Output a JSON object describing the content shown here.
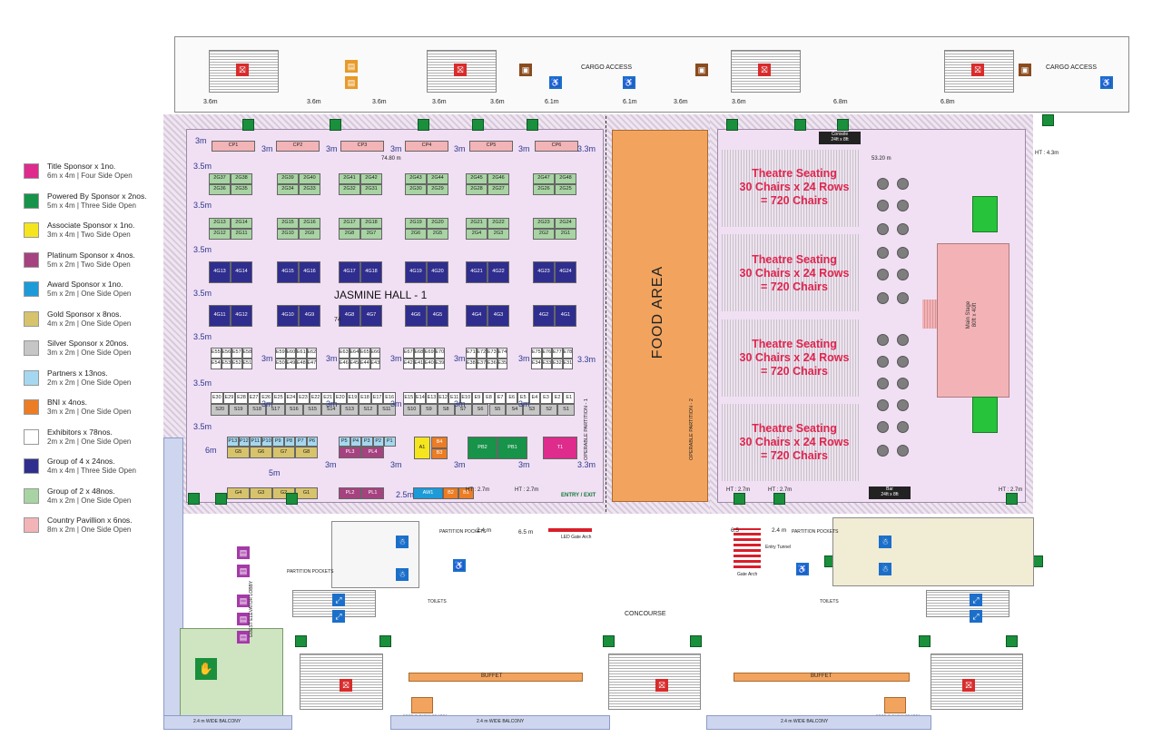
{
  "legend": [
    {
      "title": "Title Sponsor x 1no.",
      "sub": "6m x 4m | Four Side Open",
      "color": "#de2b8c"
    },
    {
      "title": "Powered By Sponsor x 2nos.",
      "sub": "5m x 4m | Three Side Open",
      "color": "#17934a"
    },
    {
      "title": "Associate Sponsor x 1no.",
      "sub": "3m x 4m | Two Side Open",
      "color": "#f5e51e"
    },
    {
      "title": "Platinum Sponsor x 4nos.",
      "sub": "5m x 2m | Two Side Open",
      "color": "#a6427f"
    },
    {
      "title": "Award Sponsor x 1no.",
      "sub": "5m x 2m | One Side Open",
      "color": "#1c9bd8"
    },
    {
      "title": "Gold Sponsor x 8nos.",
      "sub": "4m x 2m | One Side Open",
      "color": "#d7c36c"
    },
    {
      "title": "Silver Sponsor x 20nos.",
      "sub": "3m x 2m | One Side Open",
      "color": "#c6c6c6"
    },
    {
      "title": "Partners x 13nos.",
      "sub": "2m x 2m | One Side Open",
      "color": "#a5d8f0"
    },
    {
      "title": "BNI x 4nos.",
      "sub": "3m x 2m | One Side Open",
      "color": "#ec7d24"
    },
    {
      "title": "Exhibitors x 78nos.",
      "sub": "2m x 2m | One Side Open",
      "color": "#ffffff"
    },
    {
      "title": "Group of 4 x 24nos.",
      "sub": "4m x 4m | Three Side Open",
      "color": "#2f2e8e"
    },
    {
      "title": "Group of 2 x 48nos.",
      "sub": "4m x 2m | One Side Open",
      "color": "#a8d4a3"
    },
    {
      "title": "Country Pavillion x 6nos.",
      "sub": "8m x 2m | One Side Open",
      "color": "#f3b4b7"
    }
  ],
  "labels": {
    "hall_name": "JASMINE HALL - 1",
    "food_area": "FOOD AREA",
    "cargo_left": "CARGO ACCESS",
    "cargo_right": "CARGO ACCESS",
    "concourse": "CONCOURSE",
    "buffet_left": "BUFFET",
    "buffet_right": "BUFFET",
    "balcony_1": "2.4 m WIDE BALCONY",
    "balcony_2": "2.4 m WIDE BALCONY",
    "balcony_3": "2.4 m WIDE BALCONY",
    "entry_exit": "ENTRY / EXIT",
    "partition_1": "OPERABLE PARTITION - 1",
    "partition_2": "OPERABLE PARTITION - 2",
    "console": "Console",
    "console_size": "24ft x 8ft",
    "bar": "Bar",
    "bar_size": "24ft x 8ft",
    "main_stage": "Main Stage",
    "main_stage_size": "80ft x 40ft",
    "led_arch": "LED Gate Arch",
    "gate_arch": "Gate Arch",
    "entry_tunnel": "Entry Tunnel",
    "toilets_1": "TOILETS",
    "toilets_2": "TOILETS",
    "partition_pockets_1": "PARTITION POCKETS",
    "partition_pockets_2": "PARTITION POCKETS",
    "partition_pockets_3": "PARTITION POCKETS",
    "guest_lobby": "GUEST ELEVATOR LOBBY",
    "food_clearance_1": "FOOD CLEARANCE AREA",
    "food_clearance_2": "FOOD CLEARANCE AREA",
    "ht_1": "HT : 2.7m",
    "ht_2": "HT : 2.7m",
    "ht_3": "HT : 2.7m",
    "ht_4": "HT : 2.7m",
    "ht_5": "HT : 2.7m",
    "ht_top": "HT : 4.3m",
    "width_left": "74.80 m",
    "width_right": "53.20 m",
    "center_num": "74"
  },
  "theatre": [
    {
      "l1": "Theatre Seating",
      "l2": "30 Chairs x 24 Rows",
      "l3": "= 720 Chairs"
    },
    {
      "l1": "Theatre Seating",
      "l2": "30 Chairs x 24 Rows",
      "l3": "= 720 Chairs"
    },
    {
      "l1": "Theatre Seating",
      "l2": "30 Chairs x 24 Rows",
      "l3": "= 720 Chairs"
    },
    {
      "l1": "Theatre Seating",
      "l2": "30 Chairs x 24 Rows",
      "l3": "= 720 Chairs"
    }
  ],
  "top_dims": [
    "3.6m",
    "3.6m",
    "3.6m",
    "3.6m",
    "3.6m",
    "6.1m",
    "6.1m",
    "3.6m",
    "3.6m",
    "6.8m",
    "6.8m"
  ],
  "bottom_dims": [
    "2.4 m",
    "6.5 m",
    "6.5",
    "2.4 m"
  ],
  "left_dims": [
    "3m",
    "3.5m",
    "3.5m",
    "3.5m",
    "3.5m",
    "3.5m",
    "3.5m",
    "3.5m",
    "6m",
    "5m"
  ],
  "aisle_3m": "3m",
  "aisle_33m": "3.3m",
  "aisle_25m": "2.5m",
  "cp_booths": [
    "CP1",
    "CP2",
    "CP3",
    "CP4",
    "CP5",
    "CP6"
  ],
  "g2_rows": [
    [
      "2G37",
      "2G38",
      "2G39",
      "2G40",
      "2G41",
      "2G42",
      "2G43",
      "2G44",
      "2G45",
      "2G46",
      "2G47",
      "2G48"
    ],
    [
      "2G36",
      "2G35",
      "2G34",
      "2G33",
      "2G32",
      "2G31",
      "2G30",
      "2G29",
      "2G28",
      "2G27",
      "2G26",
      "2G25"
    ],
    [
      "2G13",
      "2G14",
      "2G15",
      "2G16",
      "2G17",
      "2G18",
      "2G19",
      "2G20",
      "2G21",
      "2G22",
      "2G23",
      "2G24"
    ],
    [
      "2G12",
      "2G11",
      "2G10",
      "2G9",
      "2G8",
      "2G7",
      "2G6",
      "2G5",
      "2G4",
      "2G3",
      "2G2",
      "2G1"
    ]
  ],
  "g4_rows": [
    [
      "4G13",
      "4G14",
      "4G15",
      "4G16",
      "4G17",
      "4G18",
      "4G19",
      "4G20",
      "4G21",
      "4G22",
      "4G23",
      "4G24"
    ],
    [
      "4G11",
      "4G12",
      "4G10",
      "4G9",
      "4G8",
      "4G7",
      "4G6",
      "4G5",
      "4G4",
      "4G3",
      "4G2",
      "4G1"
    ]
  ],
  "e_row_top": [
    "E55",
    "E56",
    "E57",
    "E58",
    "E59",
    "E60",
    "E61",
    "E62",
    "E63",
    "E64",
    "E65",
    "E66",
    "E67",
    "E68",
    "E69",
    "E70",
    "E71",
    "E72",
    "E73",
    "E74",
    "E75",
    "E76",
    "E77",
    "E78"
  ],
  "e_row_mid": [
    "E54",
    "E53",
    "E52",
    "E51",
    "E50",
    "E49",
    "E48",
    "E47",
    "E46",
    "E45",
    "E44",
    "E43",
    "E42",
    "E41",
    "E40",
    "E39",
    "E38",
    "E37",
    "E36",
    "E35",
    "E34",
    "E33",
    "E32",
    "E31"
  ],
  "e_row_low": [
    "E30",
    "E29",
    "E28",
    "E27",
    "E26",
    "E25",
    "E24",
    "E23",
    "E22",
    "E21",
    "E20",
    "E19",
    "E18",
    "E17",
    "E16",
    "E15",
    "E14",
    "E13",
    "E12",
    "E11",
    "E10",
    "E9",
    "E8",
    "E7",
    "E6",
    "E5",
    "E4",
    "E3",
    "E2",
    "E1"
  ],
  "s_row": [
    "S20",
    "S19",
    "S18",
    "S17",
    "S16",
    "S15",
    "S14",
    "S13",
    "S12",
    "S11",
    "S10",
    "S9",
    "S8",
    "S7",
    "S6",
    "S5",
    "S4",
    "S3",
    "S2",
    "S1"
  ],
  "p_row": [
    "P13",
    "P12",
    "P11",
    "P10",
    "P9",
    "P8",
    "P7",
    "P6",
    "P5",
    "P4",
    "P3",
    "P2",
    "P1"
  ],
  "gold_row_top": [
    "G5",
    "G6",
    "G7",
    "G8"
  ],
  "gold_row_bot": [
    "G4",
    "G3",
    "G2",
    "G1"
  ],
  "plat_top": [
    "PL3",
    "PL4"
  ],
  "plat_bot": [
    "PL2",
    "PL1"
  ],
  "assoc": "A1",
  "bni_top": [
    "B4",
    "B3"
  ],
  "bni_bot": [
    "B2",
    "B1"
  ],
  "award": "AW1",
  "powered": [
    "PB2",
    "PB1"
  ],
  "title_booth": "T1"
}
